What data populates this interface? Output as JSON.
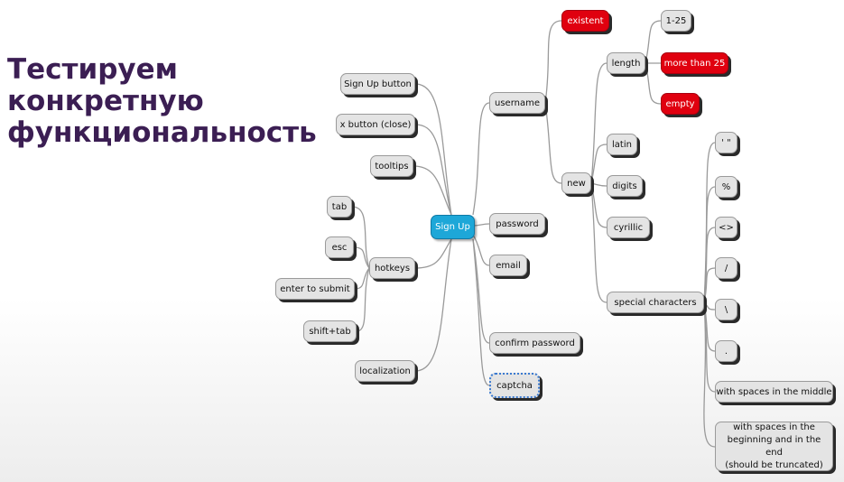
{
  "slide": {
    "title_lines": [
      "Тестируем",
      "конкретную",
      "функциональность"
    ]
  },
  "colors": {
    "title": "#3b1e53",
    "node_fill": "#e4e4e4",
    "root_fill": "#1da7d8",
    "red_fill": "#e0000f",
    "dashed_border": "#3b7ad0",
    "edge": "#9a9a9a"
  },
  "mindmap": {
    "root": "Sign Up",
    "left": [
      "Sign Up button",
      "x button (close)",
      "tooltips",
      "hotkeys",
      "localization"
    ],
    "hotkeys_children": [
      "tab",
      "esc",
      "enter to submit",
      "shift+tab"
    ],
    "right": [
      "username",
      "password",
      "email",
      "confirm password",
      "captcha"
    ],
    "username_children": [
      "existent",
      "new"
    ],
    "new_children": [
      "length",
      "latin",
      "digits",
      "cyrillic",
      "special characters"
    ],
    "length_children": [
      "1-25",
      "more than 25",
      "empty"
    ],
    "special_children": [
      "' \"",
      "%",
      "<>",
      "/",
      "\\",
      ".",
      "with spaces in the middle",
      "with spaces in the beginning and in the end (should be truncated)"
    ],
    "special_last_lines": [
      "with spaces in the",
      "beginning and in the end",
      "(should be truncated)"
    ]
  }
}
